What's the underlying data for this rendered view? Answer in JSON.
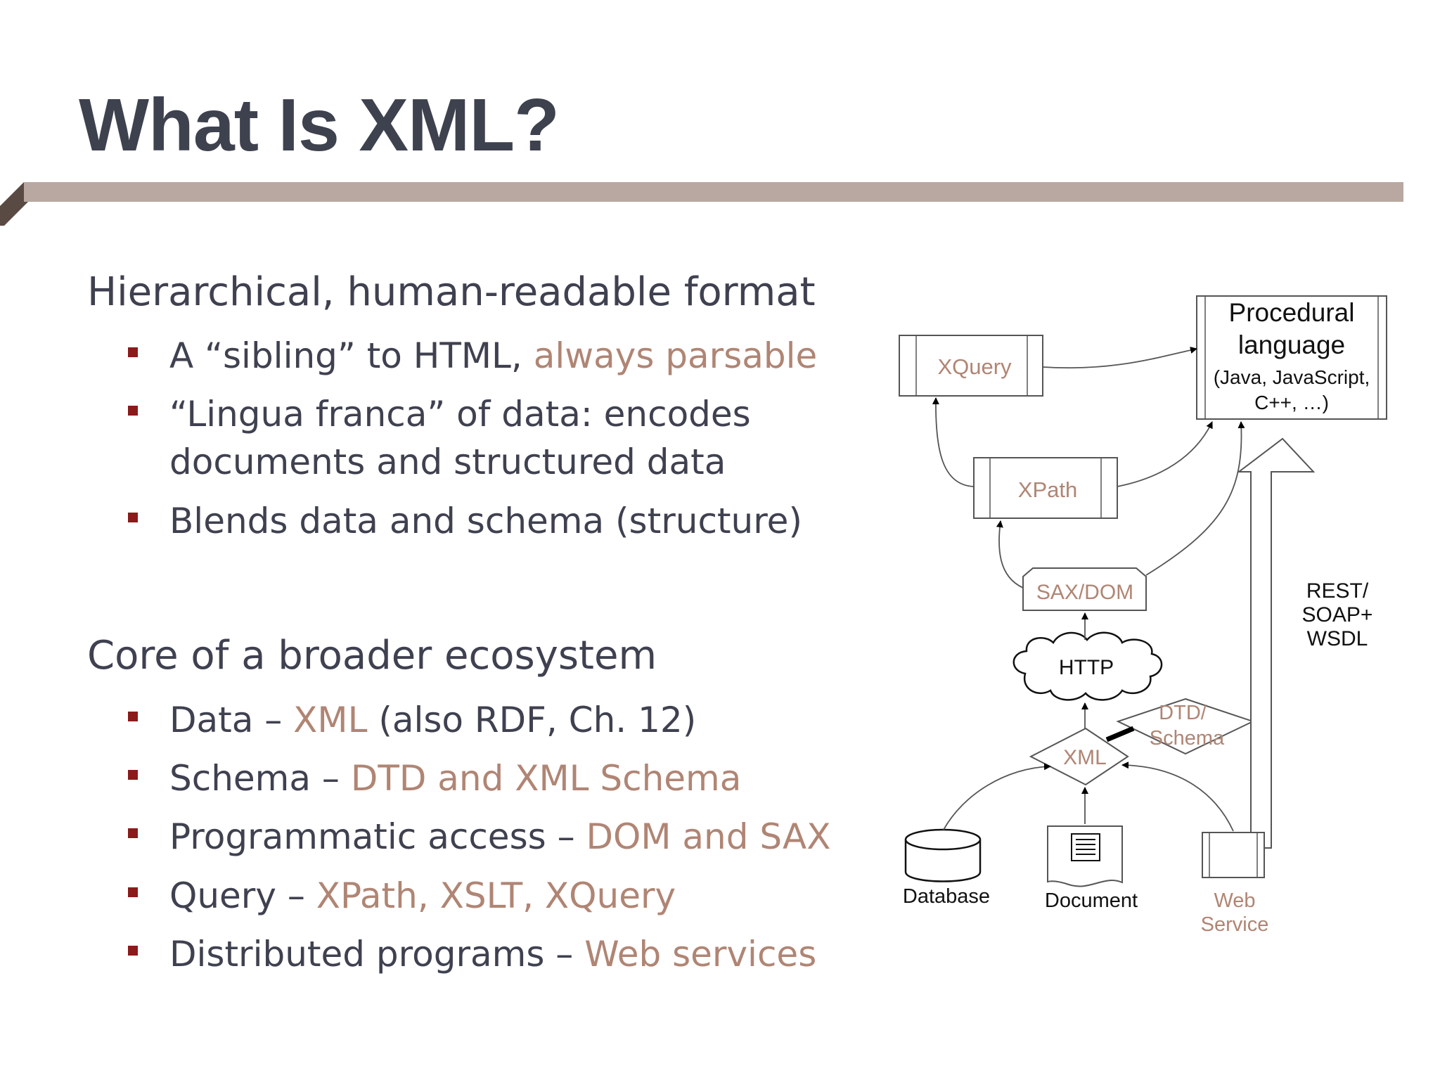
{
  "slide": {
    "title": "What Is XML?"
  },
  "section1": {
    "heading": "Hierarchical, human-readable format",
    "bullets": [
      {
        "text": "A “sibling” to HTML, ",
        "accent": "always parsable"
      },
      {
        "line1": "“Lingua franca” of data: encodes",
        "line2": "documents and structured data"
      },
      {
        "text": "Blends data and schema (structure)"
      }
    ]
  },
  "section2": {
    "heading": "Core of a broader ecosystem",
    "bullets": [
      {
        "prefix": "Data – ",
        "accent": "XML",
        "suffix": " (also RDF, Ch. 12)"
      },
      {
        "prefix": "Schema – ",
        "accent": "DTD and XML Schema"
      },
      {
        "prefix": "Programmatic access – ",
        "accent": "DOM and SAX"
      },
      {
        "prefix": "Query – ",
        "accent": "XPath, XSLT, XQuery"
      },
      {
        "prefix": "Distributed programs – ",
        "accent": "Web services"
      }
    ]
  },
  "diagram": {
    "procedural": {
      "line1": "Procedural",
      "line2": "language",
      "line3": "(Java, JavaScript,",
      "line4": "C++, …)"
    },
    "xquery": "XQuery",
    "xpath": "XPath",
    "saxdom": "SAX/DOM",
    "http": "HTTP",
    "xml": "XML",
    "dtd": {
      "line1": "DTD/",
      "line2": "Schema"
    },
    "rest": {
      "line1": "REST/",
      "line2": "SOAP+",
      "line3": "WSDL"
    },
    "database": "Database",
    "document": "Document",
    "webservice": {
      "line1": "Web",
      "line2": "Service"
    }
  },
  "colors": {
    "text": "#3f4150",
    "accent": "#b08574",
    "bullet": "#8b1a1a",
    "rule": "#b9a8a1"
  }
}
